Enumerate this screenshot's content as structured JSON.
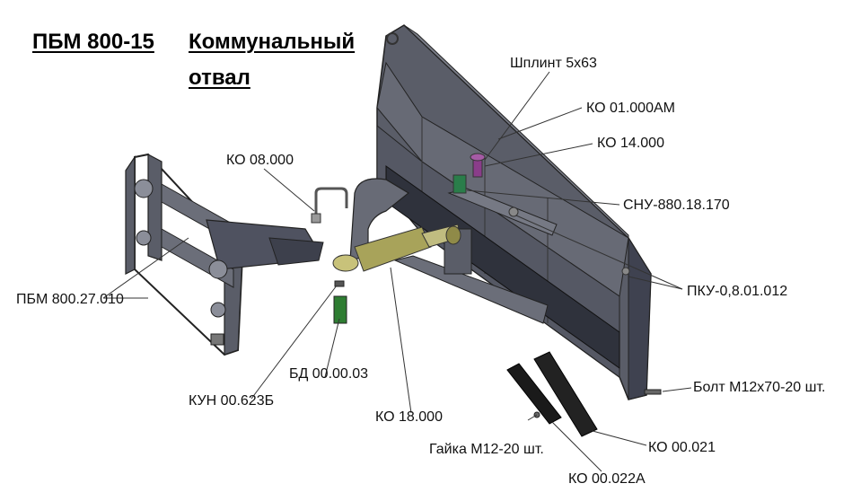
{
  "title": {
    "model": "ПБМ 800-15",
    "name_line1": "Коммунальный",
    "name_line2": "отвал"
  },
  "labels": {
    "shplint": "Шплинт 5х63",
    "ko_01": "КО 01.000АМ",
    "ko_14": "КО 14.000",
    "ko_08": "КО 08.000",
    "snu": "СНУ-880.18.170",
    "pbm_frame": "ПБМ 800.27.010",
    "pku": "ПКУ-0,8.01.012",
    "bd": "БД 00.00.03",
    "kun": "КУН 00.623Б",
    "ko_18": "КО 18.000",
    "bolt": "Болт М12х70-20 шт.",
    "gaika": "Гайка М12-20 шт.",
    "ko_021": "КО 00.021",
    "ko_022": "КО 00.022А"
  },
  "colors": {
    "metal_dark": "#4a4d57",
    "metal_mid": "#6b6e79",
    "metal_light": "#8b8e99",
    "cylinder": "#a8a35a",
    "pin": "#8a3d8a",
    "lock": "#2e7d32"
  }
}
